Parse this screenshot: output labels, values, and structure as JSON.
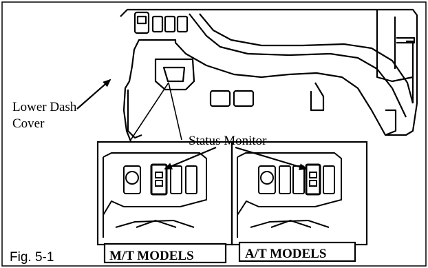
{
  "figure": {
    "lower_dash_cover_label": "Lower Dash\nCover",
    "status_monitor_label": "Status Monitor",
    "mt_models_label": "M/T MODELS",
    "at_models_label": "A/T MODELS",
    "fig_caption": "Fig. 5-1"
  }
}
